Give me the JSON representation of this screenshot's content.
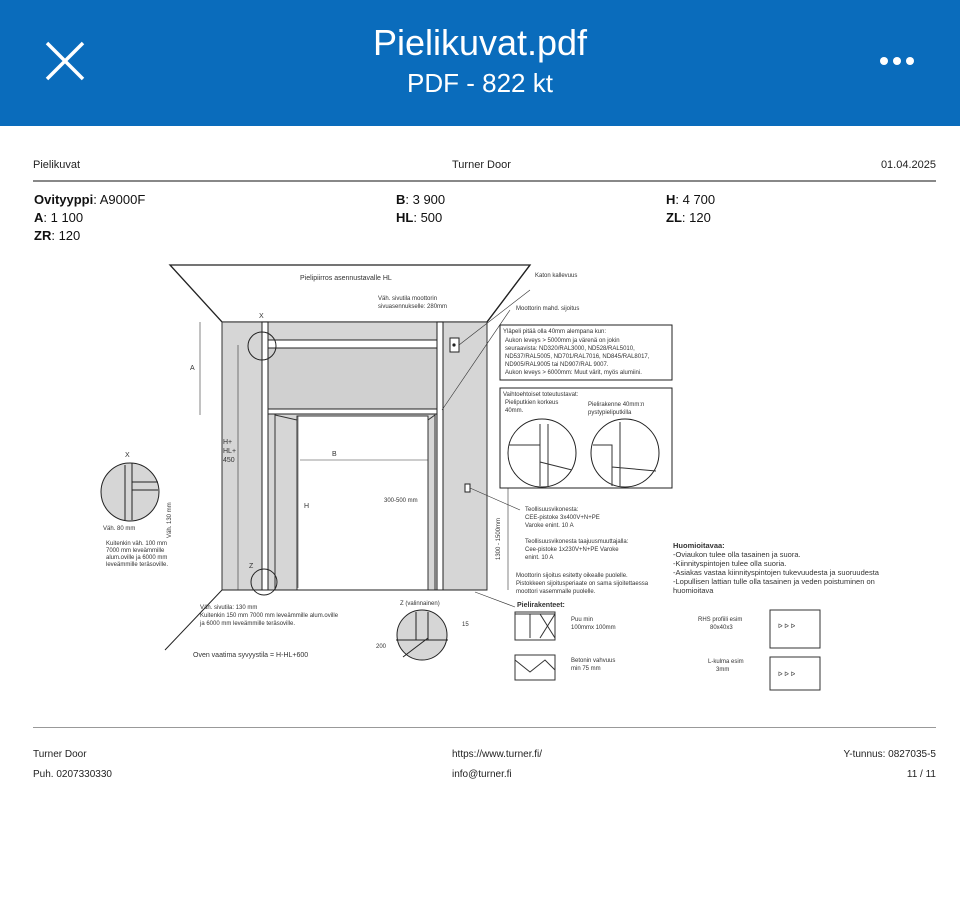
{
  "topbar": {
    "title": "Pielikuvat.pdf",
    "subtitle": "PDF - 822 kt",
    "close_icon": "close-icon",
    "menu_icon": "more-horizontal-icon",
    "color": "#0a6cbc"
  },
  "page_header": {
    "left": "Pielikuvat",
    "center": "Turner Door",
    "right": "01.04.2025"
  },
  "specs": {
    "ovityyppi": {
      "label": "Ovityyppi",
      "value": ": A9000F"
    },
    "b": {
      "label": "B",
      "value": ": 3 900"
    },
    "h": {
      "label": "H",
      "value": ": 4 700"
    },
    "a": {
      "label": "A",
      "value": ": 1 100"
    },
    "hl": {
      "label": "HL",
      "value": ": 500"
    },
    "zl": {
      "label": "ZL",
      "value": ": 120"
    },
    "zr": {
      "label": "ZR",
      "value": ": 120"
    }
  },
  "drawing": {
    "title": "Pielipiirros asennustavalle HL",
    "katon": "Katon kallevuus",
    "moottorin": "Moottorin mahd. sijoitus",
    "vah_sivutila_1": "Väh. sivutila moottorin",
    "vah_sivutila_2": "sivuasennukselle: 280mm",
    "note_lines": [
      "Yläpeli pitää olla 40mm alempana kun:",
      "Aukon leveys > 5000mm ja värenä on jokin",
      "seuraavista: ND320/RAL3000, ND528/RAL5010,",
      "ND537/RAL5005, ND701/RAL7016, ND845/RAL8017,",
      "ND905/RAL9005 tai ND907/RAL 9007.",
      "Aukon leveys > 6000mm: Muut värit, myös alumiini."
    ],
    "vaihto": "Vaihtoehtoiset toteutustavat:",
    "vaihto_a": [
      "Pieliputkien korkeus",
      "40mm."
    ],
    "vaihto_b": [
      "Pielirakenne 40mm:n",
      "pystypieliputkilla"
    ],
    "lbl_x": "X",
    "lbl_a": "A",
    "lbl_b": "B",
    "lbl_h": "H",
    "lbl_hhl": [
      "H+",
      "HL+",
      "450"
    ],
    "lbl_z": "Z",
    "x_detail": [
      "Väh. 80 mm",
      "Kuitenkin väh. 100 mm",
      "7000 mm leveämmille",
      "alum.oville ja 6000 mm",
      "leveämmille teräsoville."
    ],
    "x_vah": "Väh. 130 mm",
    "dist": "300-500 mm",
    "height_range": "1300 - 1500mm",
    "teoll_1": [
      "Teollisuusvikonesta:",
      "CEE-pistoke 3x400V+N+PE",
      "Varoke enint. 10 A"
    ],
    "teoll_2": [
      "Teollisuusvikonesta taajuusmuuttajalla:",
      "Cee-pistoke 1x230V+N+PE Varoke",
      "enint. 10 A"
    ],
    "moottori_note": [
      "Moottorin sijoitus esitetty oikealle puolelle.",
      "Pistokkeen sijoitusperiaate on sama sijoitettaessa",
      "moottori vasemmalle puolelle."
    ],
    "z_detail": [
      "Väh. sivutila: 130 mm",
      "Kuitenkin 150 mm 7000 mm leveämmille alum.oville",
      "ja 6000 mm leveämmille teräsoville."
    ],
    "formula": "Oven vaatima syvyystila = H-HL+600",
    "z_optional": "Z  (valinnainen)",
    "z_dim_a": "200",
    "z_dim_b": "15",
    "huom_title": "Huomioitavaa:",
    "huom": [
      "-Oviaukon tulee olla tasainen ja suora.",
      "-Kiinnityspintojen tulee olla suoria.",
      "-Asiakas vastaa kiinnityspintojen tukevuudesta ja suoruudesta",
      "-Lopullisen lattian tulle olla tasainen ja veden poistuminen on",
      "  huomioitava"
    ],
    "pieli_title": "Pielirakenteet:",
    "puu": [
      "Puu min",
      "100mmx 100mm"
    ],
    "betoni": [
      "Betonin vahvuus",
      "min 75 mm"
    ],
    "rhs": [
      "RHS profiili esim",
      "80x40x3"
    ],
    "lkulma": [
      "L-kulma esim",
      "3mm"
    ]
  },
  "page_footer": {
    "company": "Turner Door",
    "phone": "Puh. 0207330330",
    "url": "https://www.turner.fi/",
    "email": "info@turner.fi",
    "ytunnus": "Y-tunnus: 0827035-5",
    "page": "11 / 11"
  }
}
